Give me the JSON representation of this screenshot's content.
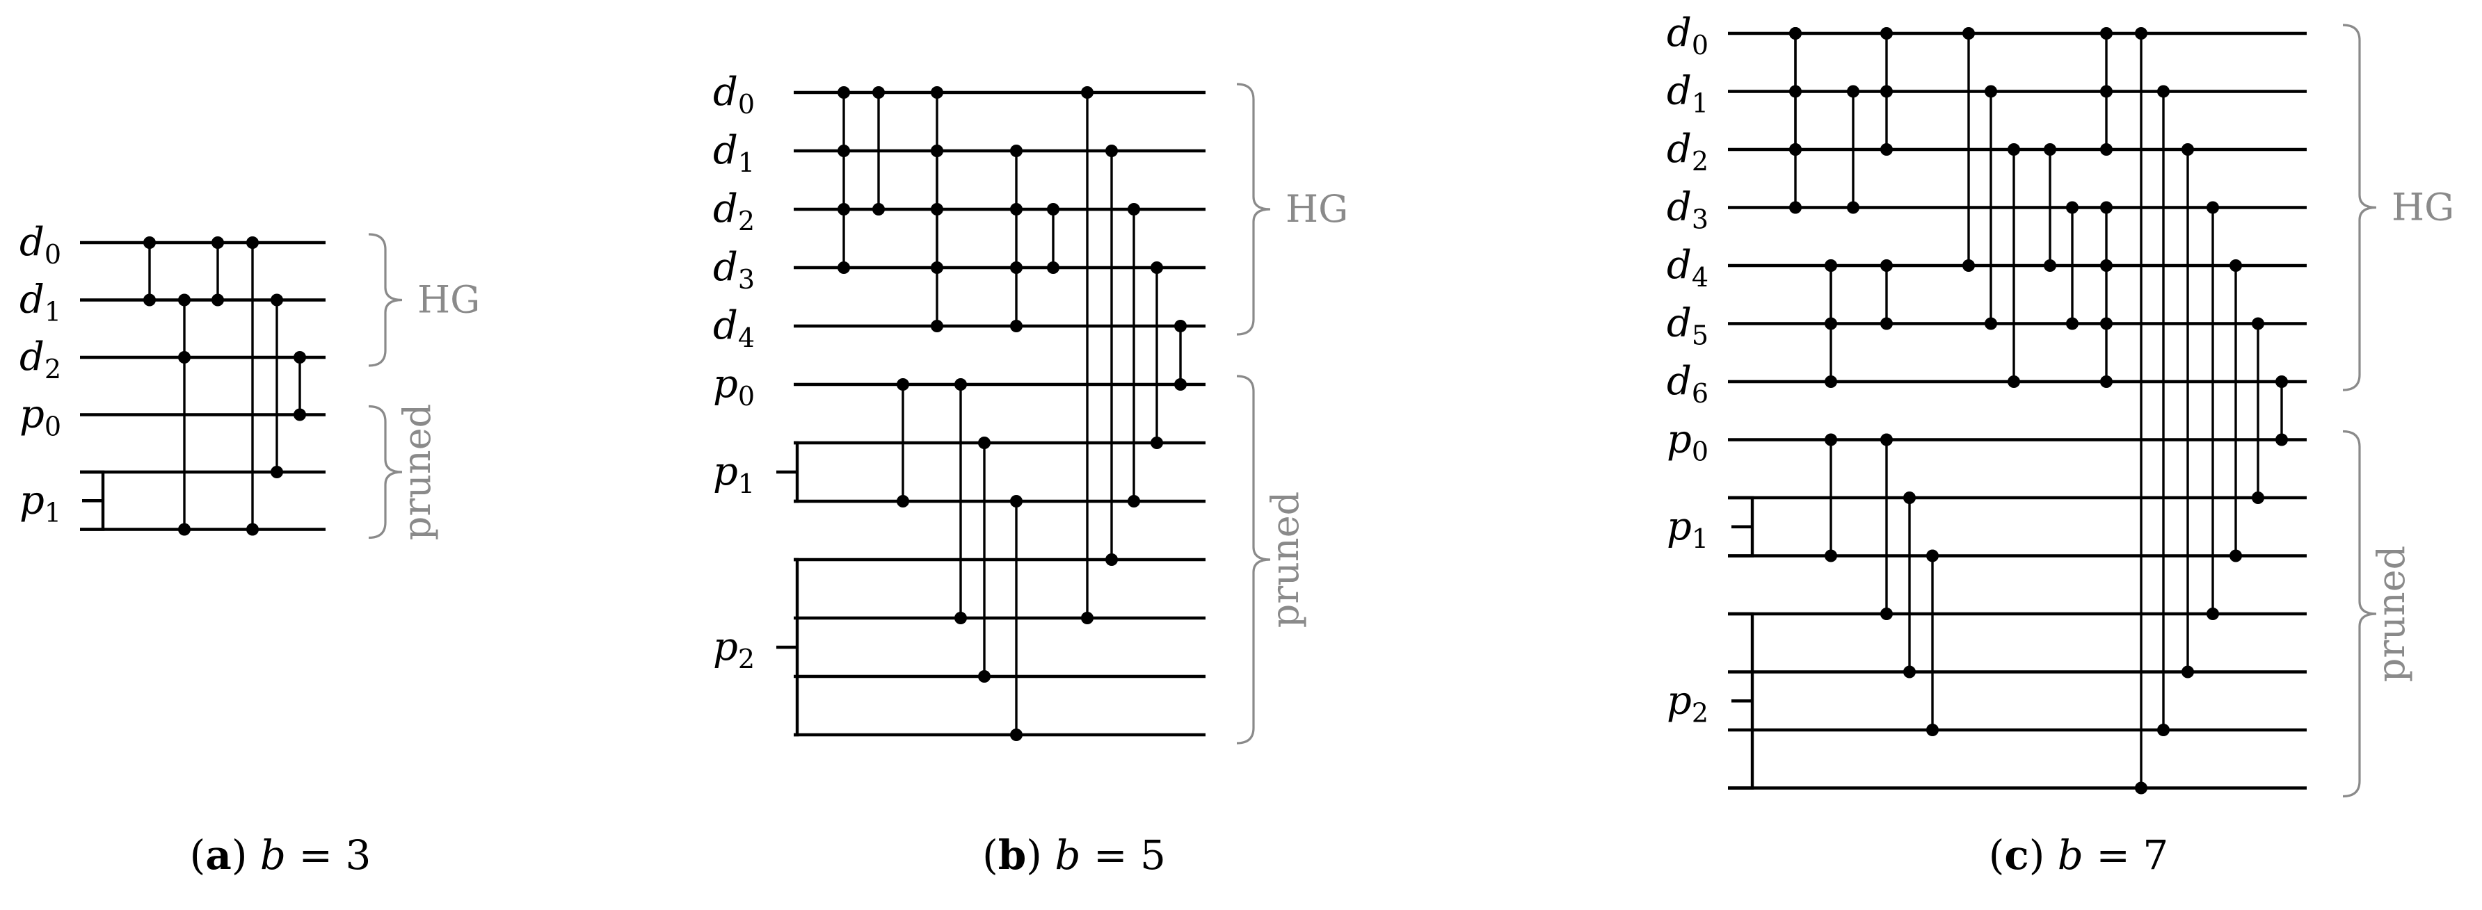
{
  "group_labels": {
    "hg": "HG",
    "pruned": "pruned"
  },
  "panels": [
    {
      "id": "a",
      "caption": {
        "tag": "a",
        "variable": "b",
        "relation": "=",
        "value": "3"
      },
      "wires": [
        {
          "name": "d",
          "sub": "0"
        },
        {
          "name": "d",
          "sub": "1"
        },
        {
          "name": "d",
          "sub": "2"
        },
        {
          "name": "p",
          "sub": "0"
        },
        {
          "name": "",
          "sub": ""
        },
        {
          "name": "",
          "sub": ""
        }
      ],
      "groups": [
        {
          "name": "p",
          "sub": "1",
          "wires": [
            4,
            5
          ]
        }
      ],
      "gates": [
        [
          0,
          1
        ],
        [
          1,
          2,
          5
        ],
        [
          0,
          1
        ],
        [
          0,
          5
        ],
        [
          1,
          4
        ],
        [
          2,
          3
        ]
      ],
      "hg_wires": [
        0,
        2
      ],
      "pruned_wires": [
        3,
        5
      ]
    },
    {
      "id": "b",
      "caption": {
        "tag": "b",
        "variable": "b",
        "relation": "=",
        "value": "5"
      },
      "wires": [
        {
          "name": "d",
          "sub": "0"
        },
        {
          "name": "d",
          "sub": "1"
        },
        {
          "name": "d",
          "sub": "2"
        },
        {
          "name": "d",
          "sub": "3"
        },
        {
          "name": "d",
          "sub": "4"
        },
        {
          "name": "p",
          "sub": "0"
        },
        {
          "name": "",
          "sub": ""
        },
        {
          "name": "",
          "sub": ""
        },
        {
          "name": "",
          "sub": ""
        },
        {
          "name": "",
          "sub": ""
        },
        {
          "name": "",
          "sub": ""
        },
        {
          "name": "",
          "sub": ""
        }
      ],
      "groups": [
        {
          "name": "p",
          "sub": "1",
          "wires": [
            6,
            7
          ]
        },
        {
          "name": "p",
          "sub": "2",
          "wires": [
            8,
            11
          ]
        }
      ],
      "gates": [
        [
          0,
          1,
          2,
          3
        ],
        [
          0,
          2
        ],
        [
          5,
          7
        ],
        [
          1,
          4
        ],
        [
          0,
          1,
          2,
          3
        ],
        [
          5,
          9
        ],
        [
          6,
          10
        ],
        [
          7,
          11
        ],
        [
          1,
          2,
          3,
          4
        ],
        [
          2,
          3
        ],
        [
          0,
          9
        ],
        [
          1,
          8
        ],
        [
          2,
          7
        ],
        [
          3,
          6
        ],
        [
          4,
          5
        ]
      ],
      "hg_wires": [
        0,
        4
      ],
      "pruned_wires": [
        5,
        11
      ]
    },
    {
      "id": "c",
      "caption": {
        "tag": "c",
        "variable": "b",
        "relation": "=",
        "value": "7"
      },
      "wires": [
        {
          "name": "d",
          "sub": "0"
        },
        {
          "name": "d",
          "sub": "1"
        },
        {
          "name": "d",
          "sub": "2"
        },
        {
          "name": "d",
          "sub": "3"
        },
        {
          "name": "d",
          "sub": "4"
        },
        {
          "name": "d",
          "sub": "5"
        },
        {
          "name": "d",
          "sub": "6"
        },
        {
          "name": "p",
          "sub": "0"
        },
        {
          "name": "",
          "sub": ""
        },
        {
          "name": "",
          "sub": ""
        },
        {
          "name": "",
          "sub": ""
        },
        {
          "name": "",
          "sub": ""
        },
        {
          "name": "",
          "sub": ""
        },
        {
          "name": "",
          "sub": ""
        }
      ],
      "groups": [
        {
          "name": "p",
          "sub": "1",
          "wires": [
            8,
            9
          ]
        },
        {
          "name": "p",
          "sub": "2",
          "wires": [
            10,
            13
          ]
        }
      ],
      "gates": [
        [
          0,
          1,
          2,
          3
        ],
        [
          4,
          5
        ],
        [
          0,
          2
        ],
        [
          4,
          6
        ],
        [
          7,
          9
        ],
        [
          1,
          3
        ],
        [
          0,
          1,
          2
        ],
        [
          4,
          5
        ],
        [
          7,
          10
        ],
        [
          8,
          11
        ],
        [
          9,
          12
        ],
        [
          0,
          4
        ],
        [
          1,
          5
        ],
        [
          2,
          6
        ],
        [
          2,
          4
        ],
        [
          3,
          5
        ],
        [
          0,
          1,
          2
        ],
        [
          3,
          4,
          5,
          6
        ],
        [
          0,
          13
        ],
        [
          1,
          12
        ],
        [
          2,
          11
        ],
        [
          3,
          10
        ],
        [
          4,
          9
        ],
        [
          5,
          8
        ],
        [
          6,
          7
        ]
      ],
      "hg_wires": [
        0,
        6
      ],
      "pruned_wires": [
        7,
        13
      ]
    }
  ]
}
